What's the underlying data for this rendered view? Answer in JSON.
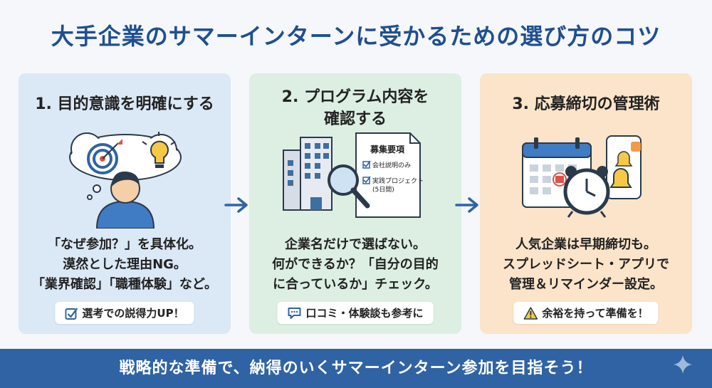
{
  "title": "大手企業のサマーインターンに受かるための選び方のコツ",
  "cards": [
    {
      "heading_lines": [
        "1. 目的意識を明確にする"
      ],
      "body_lines": [
        "「なぜ参加？」を具体化。",
        "漠然とした理由NG。",
        "「業界確認」「職種体験」など。"
      ],
      "pill": "選考での説得力UP！",
      "pill_icon": "checkbox-icon",
      "accent": "#dbe8f6"
    },
    {
      "heading_lines": [
        "2. プログラム内容を",
        "確認する"
      ],
      "document": {
        "title": "募集要項",
        "items": [
          "会社説明のみ",
          "実践プロジェクト",
          "(5日間)"
        ]
      },
      "body_lines": [
        "企業名だけで選ばない。",
        "何ができるか？「自分の目的",
        "に合っているか」チェック。"
      ],
      "pill": "口コミ・体験談も参考に",
      "pill_icon": "speech-bubble-icon",
      "accent": "#dcefe2"
    },
    {
      "heading_lines": [
        "3. 応募締切の管理術"
      ],
      "body_lines": [
        "人気企業は早期締切も。",
        "スプレッドシート・アプリで",
        "管理＆リマインダー設定。"
      ],
      "pill": "余裕を持って準備を！",
      "pill_icon": "warning-icon",
      "accent": "#fbe4c9"
    }
  ],
  "banner": "戦略的な準備で、納得のいくサマーインターン参加を目指そう！",
  "colors": {
    "title": "#1f4f8f",
    "banner": "#2f63a3",
    "arrow": "#2f63a3"
  }
}
